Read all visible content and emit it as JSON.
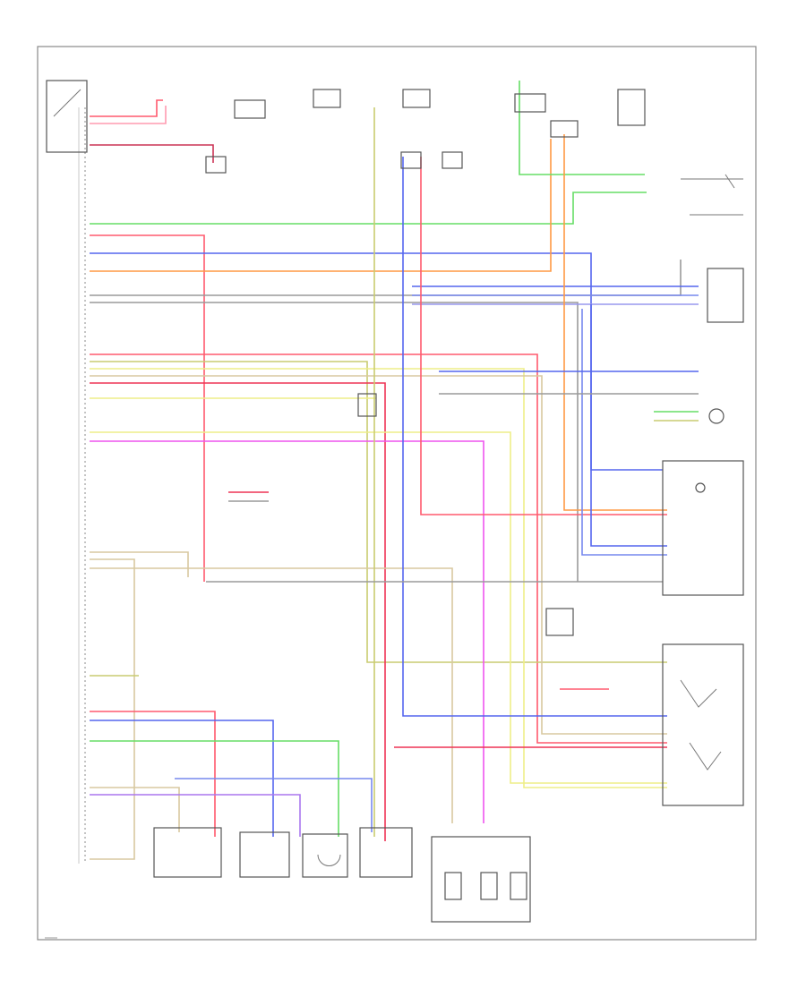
{
  "diagram": {
    "footer_ref": "",
    "components": [
      {
        "id": "ecm",
        "label": ""
      },
      {
        "id": "tps",
        "label": ""
      },
      {
        "id": "map",
        "label": ""
      },
      {
        "id": "iat",
        "label": ""
      },
      {
        "id": "egr",
        "label": ""
      },
      {
        "id": "injectors",
        "label": ""
      },
      {
        "id": "cmp",
        "label": ""
      },
      {
        "id": "ckp",
        "label": ""
      },
      {
        "id": "tcc",
        "label": ""
      }
    ],
    "colors": {
      "red": "#ff5a6e",
      "pink": "#ff9bb0",
      "green": "#66dd66",
      "blue": "#5566ee",
      "orange": "#ff9944",
      "yellow": "#eeee88",
      "tan": "#d8c8a0",
      "olive": "#c9cc70",
      "magenta": "#ee55ee",
      "lightblue": "#9999ee",
      "gray": "#9a9a9a",
      "violet": "#aa77ee"
    }
  }
}
